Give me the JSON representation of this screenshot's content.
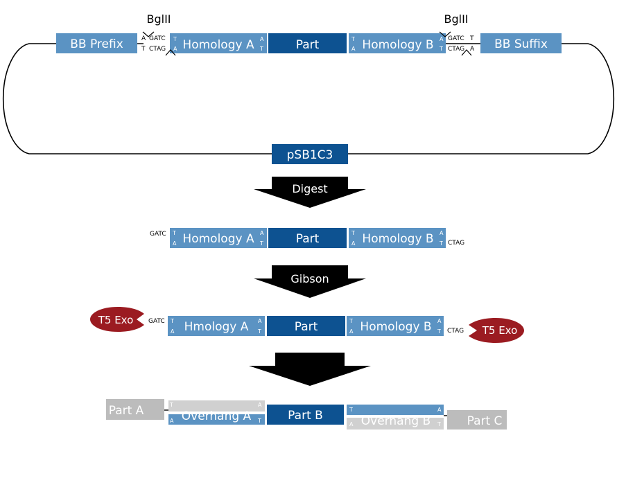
{
  "colors": {
    "homology": "#5b93c3",
    "part": "#0d5291",
    "exo": "#9b1b21",
    "grey": "#bcbcbc",
    "arrow": "#000000"
  },
  "plasmid": {
    "name": "pSB1C3",
    "prefix": "BB Prefix",
    "suffix": "BB Suffix",
    "enzyme_left": "BglII",
    "enzyme_right": "BglII",
    "homology_a": "Homology A",
    "part": "Part",
    "homology_b": "Homology B",
    "site_top": "GATC",
    "site_bottom": "CTAG",
    "base_a": "A",
    "base_t": "T"
  },
  "steps": {
    "digest": "Digest",
    "gibson": "Gibson"
  },
  "digested": {
    "overhang_left": "GATC",
    "overhang_right": "CTAG",
    "homology_a": "Homology A",
    "part": "Part",
    "homology_b": "Homology B"
  },
  "gibson": {
    "exo_left": "T5 Exo",
    "exo_right": "T5 Exo",
    "overhang_left": "GATC",
    "overhang_right": "CTAG",
    "homology_a": "Hmology A",
    "part": "Part",
    "homology_b": "Homology B"
  },
  "final": {
    "part_a": "Part A",
    "overhang_a": "Overhang A",
    "part_b": "Part B",
    "overhang_b": "Overhang B",
    "part_c": "Part C"
  }
}
